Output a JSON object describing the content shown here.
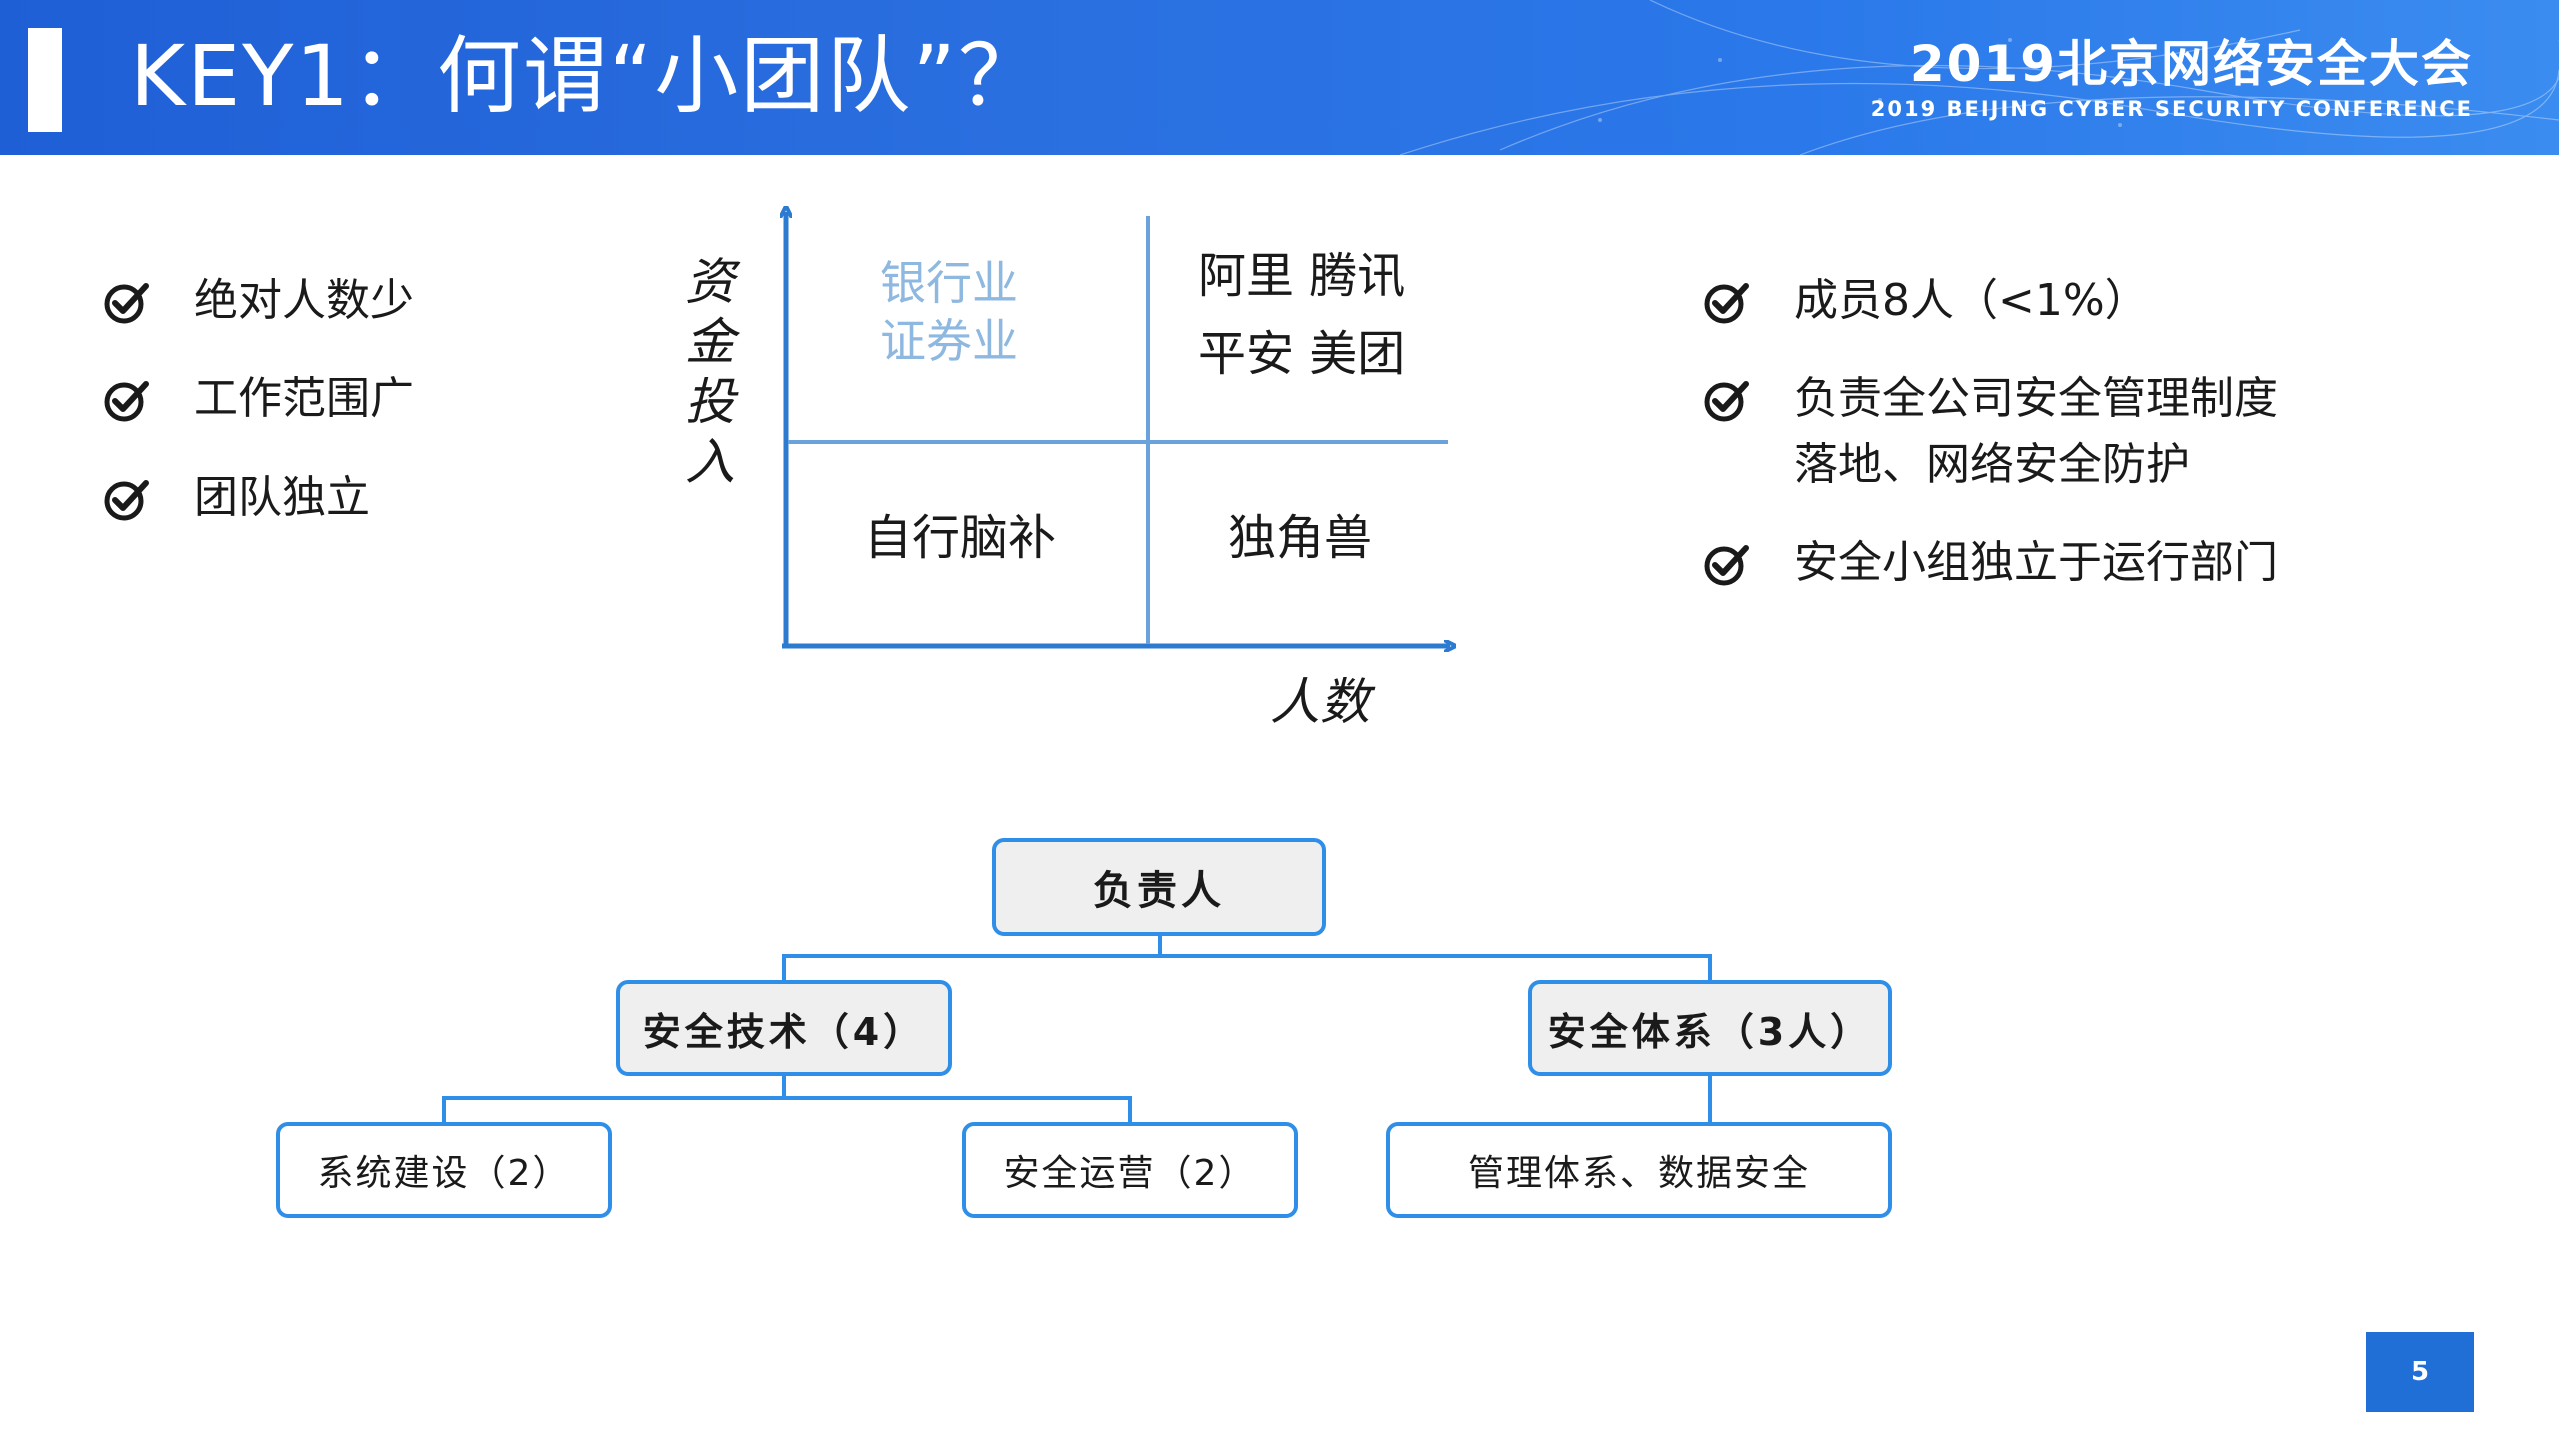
{
  "header": {
    "title": "KEY1：何谓“小团队”？",
    "brand_cn": "2019北京网络安全大会",
    "brand_en": "2019 BEIJING CYBER SECURITY CONFERENCE"
  },
  "left_bullets": [
    "绝对人数少",
    "工作范围广",
    "团队独立"
  ],
  "right_bullets": [
    "成员8人（<1%）",
    "负责全公司安全管理制度\n落地、网络安全防护",
    "安全小组独立于运行部门"
  ],
  "quadrant": {
    "y_axis_label": "资金投入",
    "x_axis_label": "人数",
    "top_left": "银行业\n证券业",
    "top_right_line1": "阿里  腾讯",
    "top_right_line2": "平安  美团",
    "bottom_left": "自行脑补",
    "bottom_right": "独角兽"
  },
  "org": {
    "root": "负责人",
    "tech": "安全技术（4）",
    "system": "安全体系（3人）",
    "tech_children": [
      "系统建设（2）",
      "安全运营（2）"
    ],
    "system_children": [
      "管理体系、数据安全"
    ]
  },
  "page_number": "5",
  "colors": {
    "banner": "#2a6fe0",
    "axis": "#2c7bd1",
    "node_border": "#2f8fe8",
    "faded_text": "#8eb8e0"
  },
  "icons": {
    "bullet": "check-circle-icon"
  }
}
